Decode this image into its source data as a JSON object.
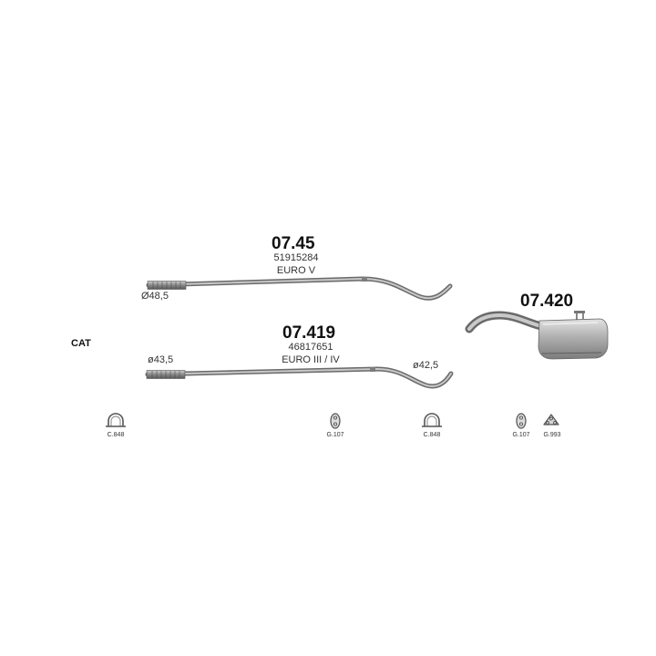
{
  "cat_label": "CAT",
  "parts": [
    {
      "code": "07.45",
      "ref": "51915284",
      "norm": "EURO V",
      "diameter": "Ø48,5"
    },
    {
      "code": "07.419",
      "ref": "46817651",
      "norm": "EURO III / IV",
      "diameter_in": "ø43,5",
      "diameter_out": "ø42,5"
    },
    {
      "code": "07.420"
    }
  ],
  "fittings": [
    {
      "label": "C.848",
      "icon": "clamp-icon"
    },
    {
      "label": "G.107",
      "icon": "rubber-mount-icon"
    },
    {
      "label": "C.848",
      "icon": "clamp-icon"
    },
    {
      "label": "G.107",
      "icon": "rubber-mount-icon"
    },
    {
      "label": "G.993",
      "icon": "triple-hole-mount-icon"
    }
  ]
}
